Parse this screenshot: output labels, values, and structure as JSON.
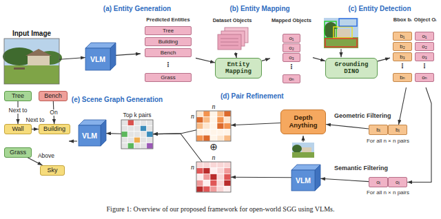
{
  "diagram": {
    "caption": "Figure 1: Overview of our proposed framework for open-world SGG using VLMs.",
    "nodes": [
      {
        "text": [
          "Input Image"
        ]
      },
      {
        "text": [
          "(a) Entity Generation"
        ]
      },
      {
        "text": [
          "VLM"
        ],
        "in": 1
      },
      {
        "text": [
          "Predicted Entities"
        ],
        "in": 1
      },
      {
        "text": [
          "Tree"
        ],
        "in": 3
      },
      {
        "text": [
          "Building"
        ],
        "in": 3
      },
      {
        "text": [
          "Bench"
        ],
        "in": 3
      },
      {
        "text": [
          "Grass"
        ],
        "in": 3
      },
      {
        "text": [
          "(b) Entity Mapping"
        ]
      },
      {
        "text": [
          "Dataset Objects"
        ],
        "in": 8
      },
      {
        "text": [
          "Entity Mapping"
        ],
        "in": 8
      },
      {
        "text": [
          "Mapped Objects"
        ],
        "in": 8
      },
      {
        "text": [
          "o₁"
        ],
        "in": 11
      },
      {
        "text": [
          "o₂"
        ],
        "in": 11
      },
      {
        "text": [
          "o₃"
        ],
        "in": 11
      },
      {
        "text": [
          "oₙ"
        ],
        "in": 11
      },
      {
        "text": [
          "(c) Entity Detection"
        ]
      },
      {
        "text": [
          "Grounding DINO"
        ],
        "in": 16
      },
      {
        "text": [
          "Bbox bᵢ",
          "Object Oᵢ"
        ],
        "in": 16
      },
      {
        "text": [
          "b₁"
        ],
        "in": 18
      },
      {
        "text": [
          "o₁"
        ],
        "in": 18
      },
      {
        "text": [
          "b₂"
        ],
        "in": 18
      },
      {
        "text": [
          "o₂"
        ],
        "in": 18
      },
      {
        "text": [
          "b₃"
        ],
        "in": 18
      },
      {
        "text": [
          "o₃"
        ],
        "in": 18
      },
      {
        "text": [
          "bₙ"
        ],
        "in": 18
      },
      {
        "text": [
          "oₙ"
        ],
        "in": 18
      },
      {
        "text": [
          "(d) Pair Refinement"
        ]
      },
      {
        "text": [
          "n",
          "n"
        ],
        "in": 27
      },
      {
        "text": [
          "n",
          "n"
        ],
        "in": 27
      },
      {
        "text": [
          "Depth Anything"
        ],
        "in": 27
      },
      {
        "text": [
          "VLM"
        ],
        "in": 27
      },
      {
        "text": [
          "bᵢ"
        ],
        "in": 27
      },
      {
        "text": [
          "bⱼ"
        ],
        "in": 27
      },
      {
        "text": [
          "oᵢ"
        ],
        "in": 27
      },
      {
        "text": [
          "oⱼ"
        ],
        "in": 27
      },
      {
        "text": [
          "(e) Scene Graph Generation"
        ]
      },
      {
        "text": [
          "VLM"
        ],
        "in": 36
      },
      {
        "text": [
          "Top k pairs"
        ],
        "in": 36
      },
      {
        "text": [
          "Tree"
        ]
      },
      {
        "text": [
          "Bench"
        ]
      },
      {
        "text": [
          "Wall"
        ]
      },
      {
        "text": [
          "Building"
        ]
      },
      {
        "text": [
          "Grass"
        ]
      },
      {
        "text": [
          "Sky"
        ]
      }
    ],
    "edges": [
      {
        "from": 0,
        "to": 2,
        "arrow": "to"
      },
      {
        "from": 2,
        "to": 3,
        "arrow": "to"
      },
      {
        "from": 3,
        "to": 10,
        "arrow": "to"
      },
      {
        "from": 9,
        "to": 10,
        "arrow": "to"
      },
      {
        "from": 10,
        "to": 11,
        "arrow": "to"
      },
      {
        "from": 11,
        "to": 17,
        "arrow": "to"
      },
      {
        "from": 17,
        "to": 18,
        "arrow": "to"
      },
      {
        "from": 18,
        "to": 33,
        "arrow": "to"
      },
      {
        "from": 18,
        "to": 35,
        "arrow": "to"
      },
      {
        "from": 32,
        "to": 30,
        "arrow": "to"
      },
      {
        "from": 34,
        "to": 31,
        "arrow": "to"
      },
      {
        "from": 30,
        "to": 28,
        "arrow": "to"
      },
      {
        "from": 31,
        "to": 29,
        "arrow": "to"
      },
      {
        "from": 28,
        "to": 38,
        "arrow": "to"
      },
      {
        "from": 29,
        "to": 38,
        "arrow": "to"
      },
      {
        "from": 38,
        "to": 37,
        "arrow": "to"
      },
      {
        "from": 39,
        "to": 41,
        "label": "Next to",
        "arrow": "to"
      },
      {
        "from": 40,
        "to": 42,
        "label": "On",
        "arrow": "to"
      },
      {
        "from": 41,
        "to": 42,
        "label": "Next to",
        "arrow": "to"
      },
      {
        "from": 43,
        "to": 44,
        "label": "Above",
        "arrow": "to"
      }
    ],
    "labels": [
      "⋮",
      "⋮",
      "⋮",
      "⋮",
      "⊕",
      "Geometric Filtering",
      "For all n × n pairs",
      "Semantic Filtering",
      "For all n × n pairs"
    ]
  }
}
